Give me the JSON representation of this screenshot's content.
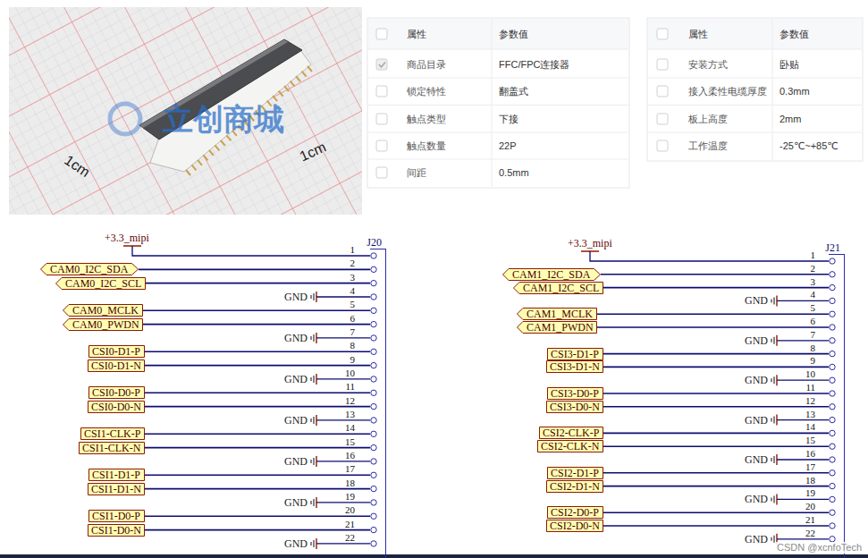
{
  "diagram": {
    "nodes": [
      {
        "text": [
          "CAM0_I2C_SDA"
        ]
      },
      {
        "text": [
          "CAM0_I2C_SCL"
        ]
      },
      {
        "text": [
          "CAM0_MCLK"
        ]
      },
      {
        "text": [
          "CAM0_PWDN"
        ]
      },
      {
        "text": [
          "CSI0-D1-P"
        ]
      },
      {
        "text": [
          "CSI0-D1-N"
        ]
      },
      {
        "text": [
          "CSI0-D0-P"
        ]
      },
      {
        "text": [
          "CSI0-D0-N"
        ]
      },
      {
        "text": [
          "CSI1-CLK-P"
        ]
      },
      {
        "text": [
          "CSI1-CLK-N"
        ]
      },
      {
        "text": [
          "CSI1-D1-P"
        ]
      },
      {
        "text": [
          "CSI1-D1-N"
        ]
      },
      {
        "text": [
          "CSI1-D0-P"
        ]
      },
      {
        "text": [
          "CSI1-D0-N"
        ]
      },
      {
        "text": [
          "J20"
        ]
      },
      {
        "text": [
          "CAM1_I2C_SDA"
        ]
      },
      {
        "text": [
          "CAM1_I2C_SCL"
        ]
      },
      {
        "text": [
          "CAM1_MCLK"
        ]
      },
      {
        "text": [
          "CAM1_PWDN"
        ]
      },
      {
        "text": [
          "CSI3-D1-P"
        ]
      },
      {
        "text": [
          "CSI3-D1-N"
        ]
      },
      {
        "text": [
          "CSI3-D0-P"
        ]
      },
      {
        "text": [
          "CSI3-D0-N"
        ]
      },
      {
        "text": [
          "CSI2-CLK-P"
        ]
      },
      {
        "text": [
          "CSI2-CLK-N"
        ]
      },
      {
        "text": [
          "CSI2-D1-P"
        ]
      },
      {
        "text": [
          "CSI2-D1-N"
        ]
      },
      {
        "text": [
          "CSI2-D0-P"
        ]
      },
      {
        "text": [
          "CSI2-D0-N"
        ]
      },
      {
        "text": [
          "J21"
        ]
      }
    ],
    "edges": [
      {
        "from": 0,
        "to": 14,
        "arrow": "none"
      },
      {
        "from": 1,
        "to": 14,
        "arrow": "none"
      },
      {
        "from": 2,
        "to": 14,
        "arrow": "none"
      },
      {
        "from": 3,
        "to": 14,
        "arrow": "none"
      },
      {
        "from": 4,
        "to": 14,
        "arrow": "none"
      },
      {
        "from": 5,
        "to": 14,
        "arrow": "none"
      },
      {
        "from": 6,
        "to": 14,
        "arrow": "none"
      },
      {
        "from": 7,
        "to": 14,
        "arrow": "none"
      },
      {
        "from": 8,
        "to": 14,
        "arrow": "none"
      },
      {
        "from": 9,
        "to": 14,
        "arrow": "none"
      },
      {
        "from": 10,
        "to": 14,
        "arrow": "none"
      },
      {
        "from": 11,
        "to": 14,
        "arrow": "none"
      },
      {
        "from": 12,
        "to": 14,
        "arrow": "none"
      },
      {
        "from": 13,
        "to": 14,
        "arrow": "none"
      },
      {
        "from": 15,
        "to": 29,
        "arrow": "none"
      },
      {
        "from": 16,
        "to": 29,
        "arrow": "none"
      },
      {
        "from": 17,
        "to": 29,
        "arrow": "none"
      },
      {
        "from": 18,
        "to": 29,
        "arrow": "none"
      },
      {
        "from": 19,
        "to": 29,
        "arrow": "none"
      },
      {
        "from": 20,
        "to": 29,
        "arrow": "none"
      },
      {
        "from": 21,
        "to": 29,
        "arrow": "none"
      },
      {
        "from": 22,
        "to": 29,
        "arrow": "none"
      },
      {
        "from": 23,
        "to": 29,
        "arrow": "none"
      },
      {
        "from": 24,
        "to": 29,
        "arrow": "none"
      },
      {
        "from": 25,
        "to": 29,
        "arrow": "none"
      },
      {
        "from": 26,
        "to": 29,
        "arrow": "none"
      },
      {
        "from": 27,
        "to": 29,
        "arrow": "none"
      },
      {
        "from": 28,
        "to": 29,
        "arrow": "none"
      }
    ],
    "labels": [
      "1cm",
      "1cm",
      "立创商城",
      "属性",
      "参数值",
      "商品目录",
      "FFC/FPC连接器",
      "锁定特性",
      "翻盖式",
      "触点类型",
      "下接",
      "触点数量",
      "22P",
      "间距",
      "0.5mm",
      "属性",
      "参数值",
      "安装方式",
      "卧贴",
      "接入柔性电缆厚度",
      "0.3mm",
      "板上高度",
      "2mm",
      "工作温度",
      "-25℃~+85℃",
      "+3.3_mipi",
      "1",
      "2",
      "3",
      "4",
      "5",
      "6",
      "7",
      "8",
      "9",
      "10",
      "11",
      "12",
      "13",
      "14",
      "15",
      "16",
      "17",
      "18",
      "19",
      "20",
      "21",
      "22",
      "GND",
      "GND",
      "GND",
      "GND",
      "GND",
      "GND",
      "GND",
      "+3.3_mipi",
      "1",
      "2",
      "3",
      "4",
      "5",
      "6",
      "7",
      "8",
      "9",
      "10",
      "11",
      "12",
      "13",
      "14",
      "15",
      "16",
      "17",
      "18",
      "19",
      "20",
      "21",
      "22",
      "GND",
      "GND",
      "GND",
      "GND",
      "GND",
      "GND",
      "GND",
      "CSDN @xcnfoTech"
    ]
  }
}
